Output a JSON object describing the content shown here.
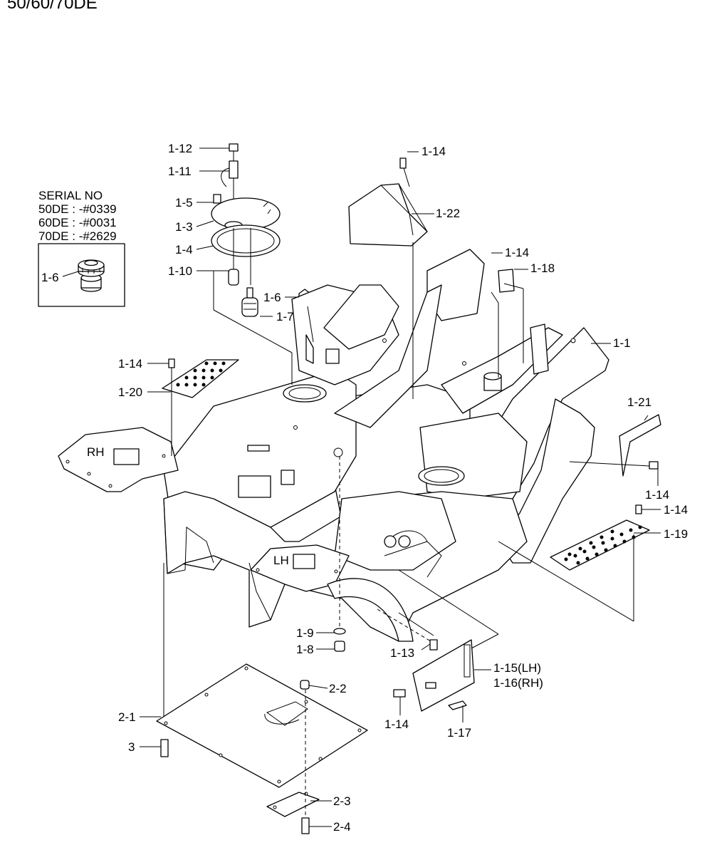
{
  "title": "50/60/70DE",
  "serial": {
    "heading": "SERIAL NO",
    "lines": [
      "50DE : -#0339",
      "60DE : -#0031",
      "70DE : -#2629"
    ],
    "inset_label": "1-6"
  },
  "labels": {
    "l_1_12": "1-12",
    "l_1_11": "1-11",
    "l_1_5": "1-5",
    "l_1_3": "1-3",
    "l_1_4": "1-4",
    "l_1_10": "1-10",
    "l_1_6": "1-6",
    "l_1_7": "1-7",
    "l_1_14_top": "1-14",
    "l_1_22": "1-22",
    "l_1_14_mid": "1-14",
    "l_1_18": "1-18",
    "l_1_1": "1-1",
    "l_1_14_left": "1-14",
    "l_1_20": "1-20",
    "l_rh": "RH",
    "l_1_21": "1-21",
    "l_1_14_right": "1-14",
    "l_1_14_right2": "1-14",
    "l_1_19": "1-19",
    "l_lh": "LH",
    "l_1_9": "1-9",
    "l_1_8": "1-8",
    "l_1_13": "1-13",
    "l_1_15": "1-15(LH)",
    "l_1_16": "1-16(RH)",
    "l_2_2": "2-2",
    "l_2_1": "2-1",
    "l_3": "3",
    "l_1_14_bottom": "1-14",
    "l_1_17": "1-17",
    "l_2_3": "2-3",
    "l_2_4": "2-4"
  }
}
